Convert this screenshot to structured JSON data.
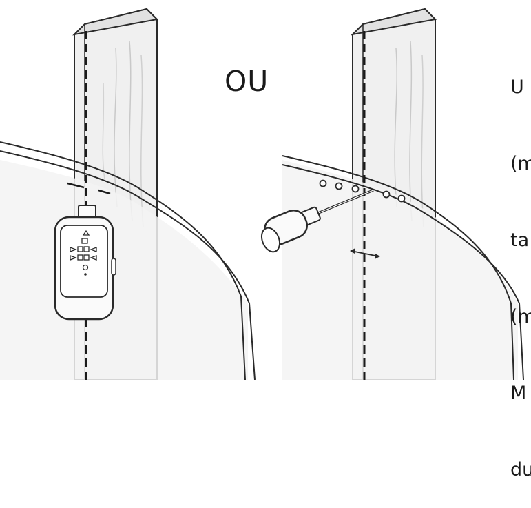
{
  "separator_label": "OU",
  "side_text_lines": [
    "U",
    "(m",
    "ta",
    "(m",
    "M",
    "du"
  ],
  "icons": {
    "stud_finder": "stud-finder-icon",
    "screwdriver": "screwdriver-icon",
    "stud": "wood-stud-icon"
  },
  "colors": {
    "line": "#2a2a2a",
    "stud_fill": "#eeeeee",
    "wall_fill": "#f3f3f3",
    "device_fill": "#fafafa"
  }
}
